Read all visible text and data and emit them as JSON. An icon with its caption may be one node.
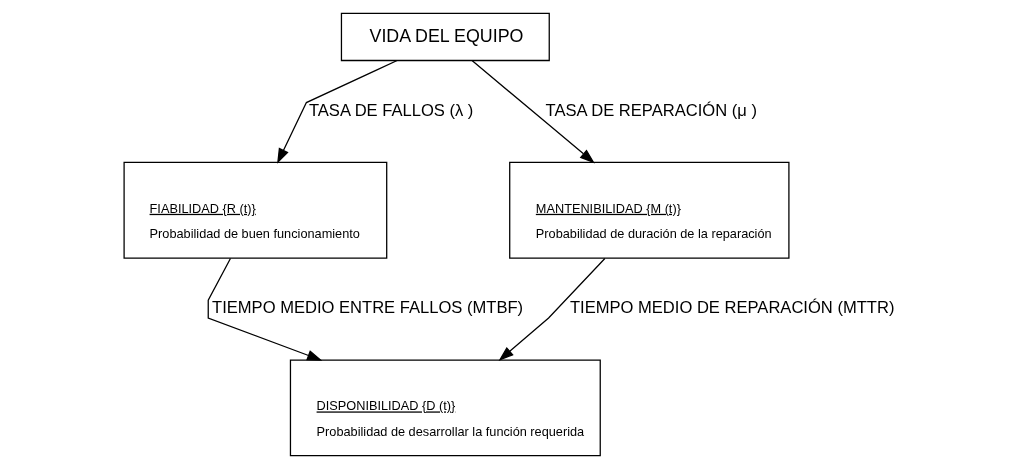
{
  "diagram": {
    "nodes": [
      {
        "text": [
          "VIDA DEL EQUIPO"
        ]
      },
      {
        "text": [
          "FIABILIDAD {R (t)}",
          "Probabilidad de buen funcionamiento"
        ]
      },
      {
        "text": [
          "MANTENIBILIDAD {M (t)}",
          "Probabilidad de duración de la reparación"
        ]
      },
      {
        "text": [
          "DISPONIBILIDAD {D (t)}",
          "Probabilidad de desarrollar la función requerida"
        ]
      }
    ],
    "edges": [
      {
        "from": 0,
        "to": 1,
        "arrow": "to",
        "label": "TASA DE FALLOS (λ )"
      },
      {
        "from": 0,
        "to": 2,
        "arrow": "to",
        "label": "TASA DE REPARACIÓN (μ )"
      },
      {
        "from": 1,
        "to": 3,
        "arrow": "to",
        "label": "TIEMPO MEDIO ENTRE FALLOS (MTBF)"
      },
      {
        "from": 2,
        "to": 3,
        "arrow": "to",
        "label": "TIEMPO MEDIO DE REPARACIÓN (MTTR)"
      }
    ]
  }
}
